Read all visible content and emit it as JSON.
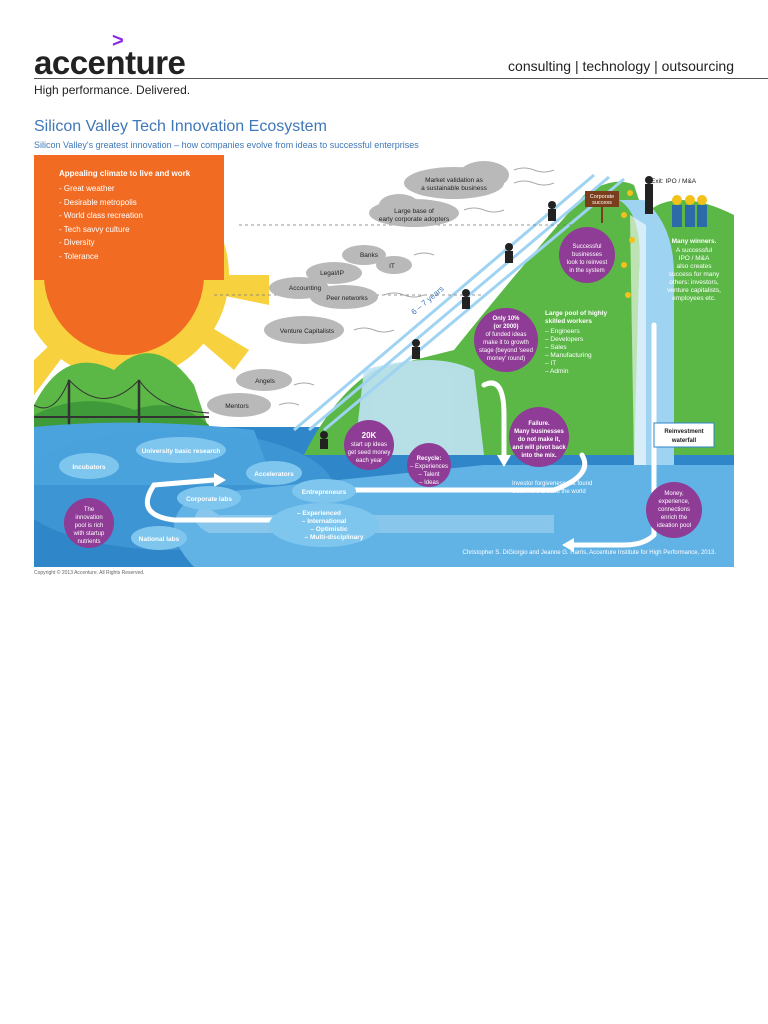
{
  "header": {
    "logo": "accenture",
    "tagline_right": "consulting | technology | outsourcing",
    "tagline": "High performance. Delivered."
  },
  "title": "Silicon Valley Tech Innovation Ecosystem",
  "subtitle": "Silicon Valley's greatest innovation – how companies evolve from ideas to successful enterprises",
  "sun": {
    "heading": "Appealing climate to live and work",
    "items": [
      "- Great weather",
      "- Desirable metropolis",
      "- World class recreation",
      "- Tech savvy culture",
      "- Diversity",
      "- Tolerance"
    ]
  },
  "clouds": {
    "market": [
      "Market validation as",
      "a sustainable business"
    ],
    "adopters": [
      "Large base of",
      "early corporate adopters"
    ],
    "banks": "Banks",
    "it": "IT",
    "legal": "Legal/IP",
    "accounting": "Accounting",
    "peer": "Peer networks",
    "vc": "Venture Capitalists",
    "angels": "Angels",
    "mentors": "Mentors"
  },
  "years": "6 – 7 years",
  "exit": "Exit: IPO / M&A",
  "corporate_success": [
    "Corporate",
    "success"
  ],
  "winners": {
    "heading": "Many winners.",
    "lines": [
      "A successful",
      "IPO / M&A",
      "also creates",
      "success for many",
      "others: investors,",
      "venture capitalists,",
      "employees etc."
    ]
  },
  "reinvest_bubble": [
    "Successful",
    "businesses",
    "look to reinvest",
    "in the system"
  ],
  "workers": {
    "heading": [
      "Large pool of highly",
      "skilled workers"
    ],
    "items": [
      "– Engineers",
      "– Developers",
      "– Sales",
      "– Manufacturing",
      "– IT",
      "– Admin"
    ]
  },
  "funded_bubble": [
    "Only 10%",
    "(or 2000)",
    "of funded ideas",
    "make it to growth",
    "stage (beyond 'seed",
    "money' round)"
  ],
  "failure_bubble": [
    "Failure.",
    "Many businesses",
    "do not make it,",
    "and will pivot back",
    "into the mix."
  ],
  "seed_bubble": [
    "20K",
    "start up ideas",
    "get seed money",
    "each year"
  ],
  "recycle_bubble": [
    "Recycle:",
    "– Experiences",
    "– Talent",
    "– Ideas"
  ],
  "reinvestment_sign": [
    "Reinvestment",
    "waterfall"
  ],
  "money_bubble": [
    "Money,",
    "experience,",
    "connections",
    "enrich the",
    "ideation pool"
  ],
  "investor": [
    "Investor forgiveness not found",
    "elsewhere around the world"
  ],
  "pool_bubble": [
    "The",
    "innovation",
    "pool is rich",
    "with startup",
    "nutrients"
  ],
  "pool_labels": {
    "incubators": "Incubators",
    "university": "University basic research",
    "accelerators": "Accelerators",
    "corporate_labs": "Corporate labs",
    "entrepreneurs": "Entrepreneurs",
    "national_labs": "National labs",
    "traits": [
      "– Experienced",
      "– International",
      "– Optimistic",
      "– Multi-disciplinary"
    ]
  },
  "credit": "Christopher S. DiGiorgio and Jeanne G. Harris, Accenture Institute for High Performance, 2013.",
  "copyright": "Copyright © 2013 Accenture. All Rights Reserved.",
  "colors": {
    "accent": "#3f77b8",
    "purple": "#8e3c95",
    "green": "#5bb846",
    "sun": "#f26b22",
    "sea": "#2f86c9"
  }
}
